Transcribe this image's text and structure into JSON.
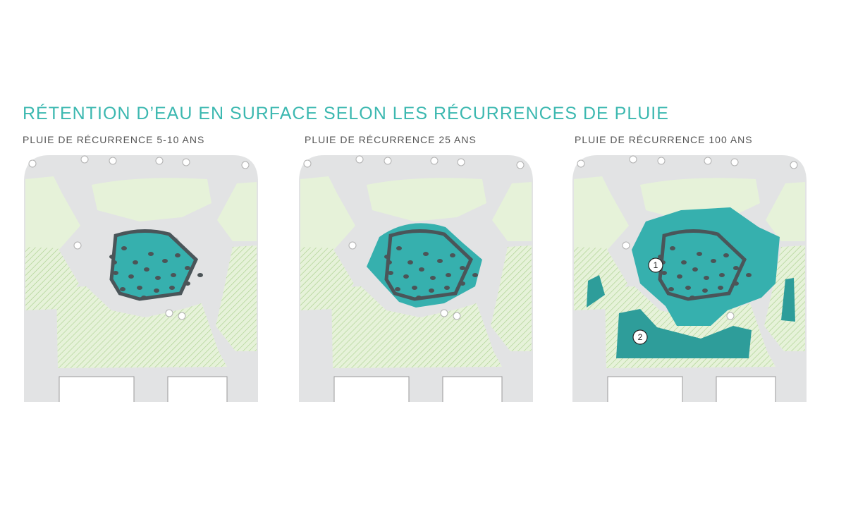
{
  "title": "RÉTENTION D’EAU EN SURFACE SELON LES RÉCURRENCES DE PLUIE",
  "colors": {
    "title_teal": "#3cb8b0",
    "water_teal": "#36b0ae",
    "water_dark": "#2e9d9a",
    "pavement": "#e2e3e4",
    "grass": "#e6f2d9",
    "building": "#ffffff"
  },
  "panels": [
    {
      "label": "PLUIE DE RÉCURRENCE 5-10 ANS",
      "level": "basin"
    },
    {
      "label": "PLUIE DE RÉCURRENCE 25 ANS",
      "level": "extended"
    },
    {
      "label": "PLUIE DE RÉCURRENCE 100 ANS",
      "level": "maximum",
      "markers": [
        "1",
        "2"
      ]
    }
  ]
}
